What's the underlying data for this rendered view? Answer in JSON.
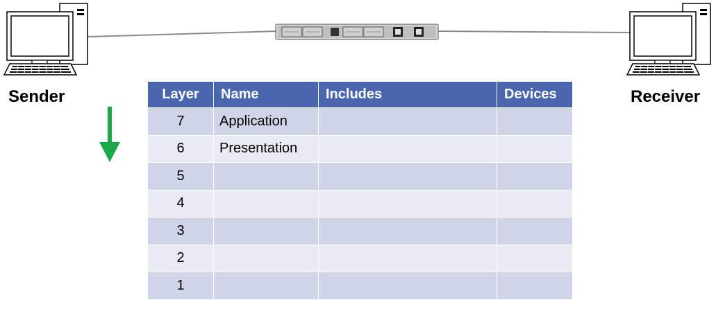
{
  "endpoints": {
    "sender": "Sender",
    "receiver": "Receiver"
  },
  "table": {
    "headers": [
      "Layer",
      "Name",
      "Includes",
      "Devices"
    ],
    "rows": [
      {
        "layer": "7",
        "name": "Application",
        "includes": "",
        "devices": ""
      },
      {
        "layer": "6",
        "name": "Presentation",
        "includes": "",
        "devices": ""
      },
      {
        "layer": "5",
        "name": "",
        "includes": "",
        "devices": ""
      },
      {
        "layer": "4",
        "name": "",
        "includes": "",
        "devices": ""
      },
      {
        "layer": "3",
        "name": "",
        "includes": "",
        "devices": ""
      },
      {
        "layer": "2",
        "name": "",
        "includes": "",
        "devices": ""
      },
      {
        "layer": "1",
        "name": "",
        "includes": "",
        "devices": ""
      }
    ]
  },
  "colors": {
    "header_bg": "#4a67ad",
    "row_dark": "#cfd5e6",
    "row_light": "#e8ebf3",
    "arrow": "#1aa84a",
    "cable": "#8a8a8a"
  },
  "icons": {
    "sender_computer": "desktop-computer-icon",
    "receiver_computer": "desktop-computer-icon",
    "network_device": "network-switch-icon",
    "direction": "arrow-down-icon"
  }
}
